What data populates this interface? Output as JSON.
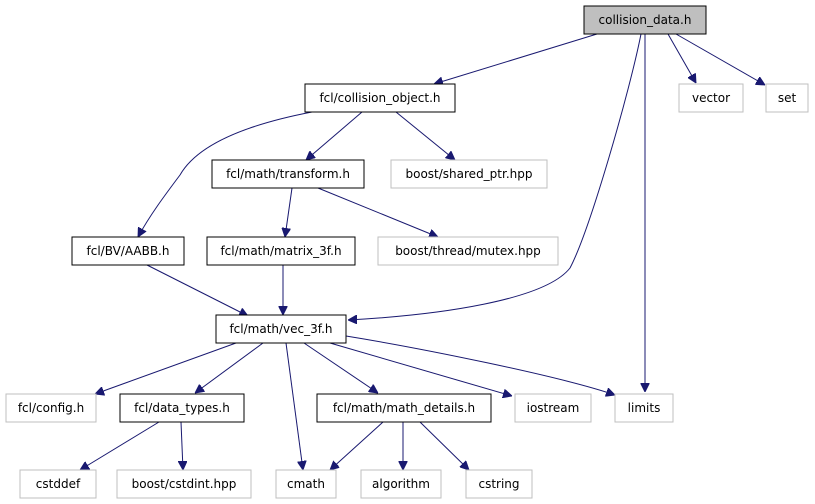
{
  "colors": {
    "edge": "#191970",
    "root_fill": "#bfbfbf",
    "node_border": "#000000",
    "external_border": "#bfbfbf",
    "background": "#ffffff"
  },
  "nodes": {
    "collision_data": {
      "label": "collision_data.h",
      "kind": "root"
    },
    "collision_object": {
      "label": "fcl/collision_object.h",
      "kind": "primary"
    },
    "vector": {
      "label": "vector",
      "kind": "external"
    },
    "set": {
      "label": "set",
      "kind": "external"
    },
    "transform": {
      "label": "fcl/math/transform.h",
      "kind": "primary"
    },
    "shared_ptr": {
      "label": "boost/shared_ptr.hpp",
      "kind": "external"
    },
    "aabb": {
      "label": "fcl/BV/AABB.h",
      "kind": "primary"
    },
    "matrix_3f": {
      "label": "fcl/math/matrix_3f.h",
      "kind": "primary"
    },
    "mutex": {
      "label": "boost/thread/mutex.hpp",
      "kind": "external"
    },
    "vec_3f": {
      "label": "fcl/math/vec_3f.h",
      "kind": "primary"
    },
    "config": {
      "label": "fcl/config.h",
      "kind": "external"
    },
    "data_types": {
      "label": "fcl/data_types.h",
      "kind": "primary"
    },
    "math_details": {
      "label": "fcl/math/math_details.h",
      "kind": "primary"
    },
    "iostream": {
      "label": "iostream",
      "kind": "external"
    },
    "limits": {
      "label": "limits",
      "kind": "external"
    },
    "cstddef": {
      "label": "cstddef",
      "kind": "external"
    },
    "cstdint": {
      "label": "boost/cstdint.hpp",
      "kind": "external"
    },
    "cmath": {
      "label": "cmath",
      "kind": "external"
    },
    "algorithm": {
      "label": "algorithm",
      "kind": "external"
    },
    "cstring": {
      "label": "cstring",
      "kind": "external"
    }
  },
  "edges": [
    [
      "collision_data",
      "collision_object"
    ],
    [
      "collision_data",
      "vector"
    ],
    [
      "collision_data",
      "set"
    ],
    [
      "collision_data",
      "vec_3f"
    ],
    [
      "collision_data",
      "limits"
    ],
    [
      "collision_object",
      "transform"
    ],
    [
      "collision_object",
      "shared_ptr"
    ],
    [
      "collision_object",
      "aabb"
    ],
    [
      "transform",
      "matrix_3f"
    ],
    [
      "transform",
      "mutex"
    ],
    [
      "aabb",
      "vec_3f"
    ],
    [
      "matrix_3f",
      "vec_3f"
    ],
    [
      "vec_3f",
      "config"
    ],
    [
      "vec_3f",
      "data_types"
    ],
    [
      "vec_3f",
      "math_details"
    ],
    [
      "vec_3f",
      "iostream"
    ],
    [
      "vec_3f",
      "limits"
    ],
    [
      "vec_3f",
      "cmath"
    ],
    [
      "data_types",
      "cstddef"
    ],
    [
      "data_types",
      "cstdint"
    ],
    [
      "math_details",
      "cmath"
    ],
    [
      "math_details",
      "algorithm"
    ],
    [
      "math_details",
      "cstring"
    ]
  ]
}
